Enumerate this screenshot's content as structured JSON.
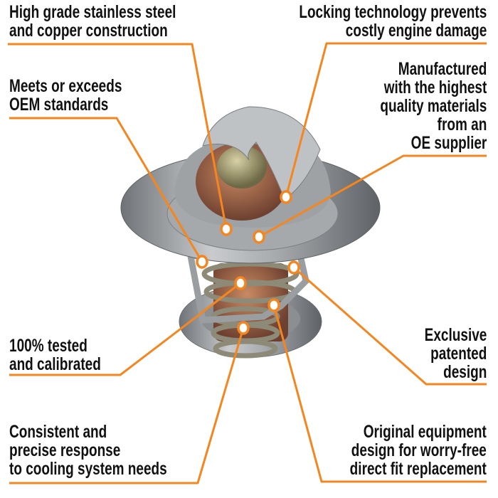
{
  "accent_color": "#f5861f",
  "callouts": [
    {
      "id": "materials",
      "lines": [
        "High grade stainless steel",
        "and copper construction"
      ]
    },
    {
      "id": "locking",
      "lines": [
        "Locking technology prevents",
        "costly engine damage"
      ]
    },
    {
      "id": "oem",
      "lines": [
        "Meets or exceeds",
        "OEM standards"
      ]
    },
    {
      "id": "manufactured",
      "lines": [
        "Manufactured",
        "with the highest",
        "quality materials",
        "from an",
        "OE supplier"
      ]
    },
    {
      "id": "tested",
      "lines": [
        "100% tested",
        "and calibrated"
      ]
    },
    {
      "id": "patented",
      "lines": [
        "Exclusive",
        "patented",
        "design"
      ]
    },
    {
      "id": "response",
      "lines": [
        "Consistent and",
        "precise response",
        "to cooling system needs"
      ]
    },
    {
      "id": "fit",
      "lines": [
        "Original equipment",
        "design for worry-free",
        "direct fit replacement"
      ]
    }
  ]
}
